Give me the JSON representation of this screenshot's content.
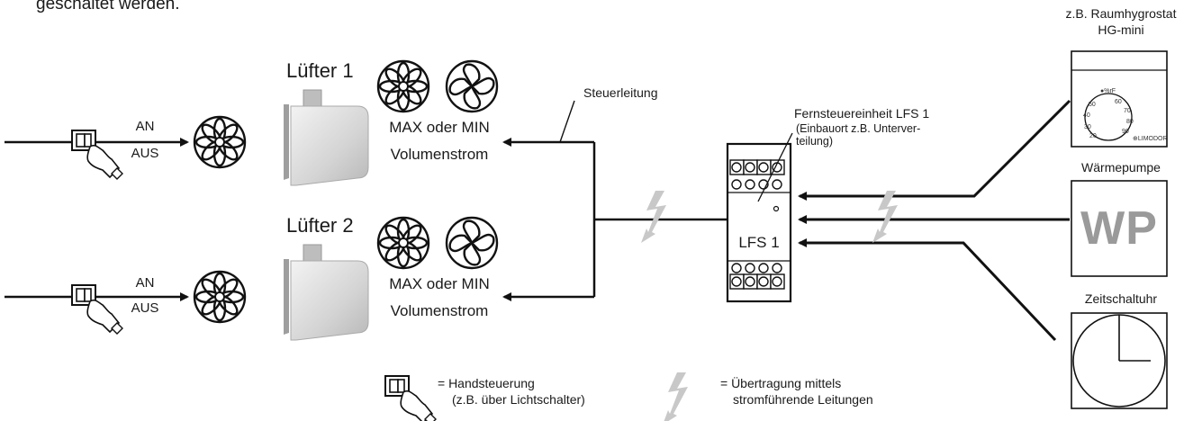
{
  "header": {
    "clipped_text": "geschaltet werden."
  },
  "fans": [
    {
      "name": "Lüfter 1",
      "mode_line1": "MAX oder MIN",
      "mode_line2": "Volumenstrom",
      "switch_on": "AN",
      "switch_off": "AUS"
    },
    {
      "name": "Lüfter 2",
      "mode_line1": "MAX oder MIN",
      "mode_line2": "Volumenstrom",
      "switch_on": "AN",
      "switch_off": "AUS"
    }
  ],
  "control_line": {
    "label": "Steuerleitung"
  },
  "remote_unit": {
    "title": "Fernsteuereinheit LFS 1",
    "note_line1": "(Einbauort z.B. Unterver-",
    "note_line2": "teilung)",
    "device_label": "LFS 1"
  },
  "inputs": {
    "hygrostat_line1": "z.B. Raumhygrostat",
    "hygrostat_line2": "HG-mini",
    "hygrostat_dial_unit": "●%rF",
    "hygrostat_brand": "⊕LIMODOR",
    "hygrostat_scale": [
      "20",
      "30",
      "40",
      "50",
      "60",
      "70",
      "80",
      "90"
    ],
    "heatpump_label": "Wärmepumpe",
    "heatpump_abbrev": "WP",
    "timer_label": "Zeitschaltuhr"
  },
  "legend": {
    "manual_line1": "= Handsteuerung",
    "manual_line2": "(z.B. über Lichtschalter)",
    "transfer_line1": "= Übertragung mittels",
    "transfer_line2": "stromführende Leitungen"
  },
  "colors": {
    "line": "#111111",
    "lightning": "#c4c4c4",
    "fan_body": "#d8d8d8",
    "wp_text": "#9a9a9a"
  }
}
